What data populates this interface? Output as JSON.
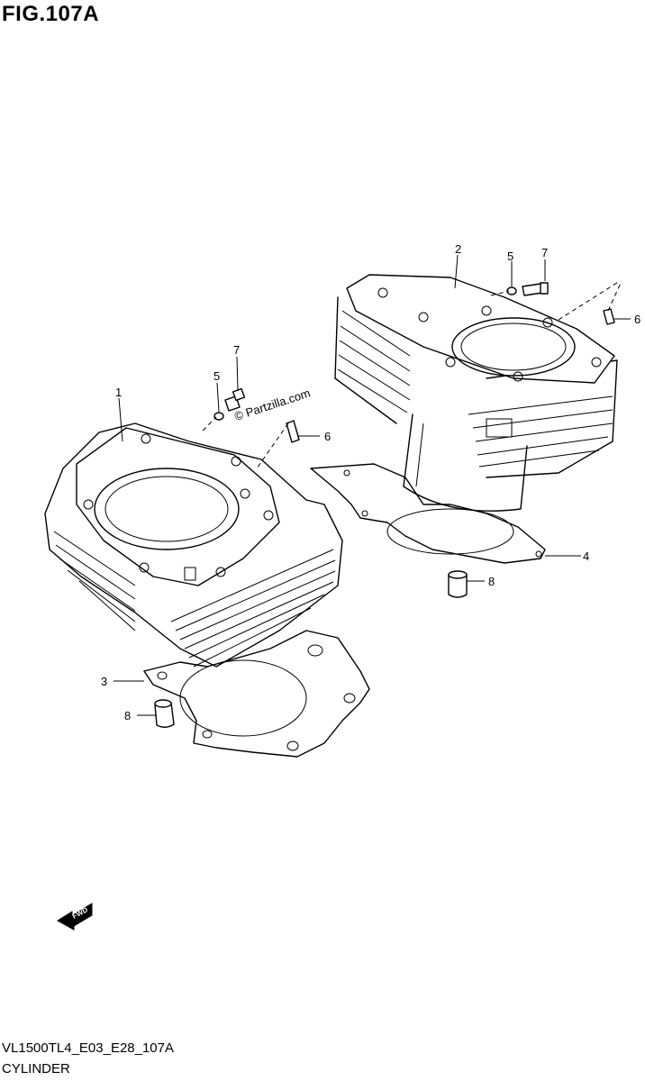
{
  "figure": {
    "title": "FIG.107A"
  },
  "watermark": "© Partzilla.com",
  "callouts": [
    {
      "id": "c1",
      "label": "1"
    },
    {
      "id": "c2",
      "label": "2"
    },
    {
      "id": "c3",
      "label": "3"
    },
    {
      "id": "c4",
      "label": "4"
    },
    {
      "id": "c5a",
      "label": "5"
    },
    {
      "id": "c5b",
      "label": "5"
    },
    {
      "id": "c6a",
      "label": "6"
    },
    {
      "id": "c6b",
      "label": "6"
    },
    {
      "id": "c7a",
      "label": "7"
    },
    {
      "id": "c7b",
      "label": "7"
    },
    {
      "id": "c8a",
      "label": "8"
    },
    {
      "id": "c8b",
      "label": "8"
    }
  ],
  "fwd_arrow": {
    "label": "FWD"
  },
  "footer": {
    "code": "VL1500TL4_E03_E28_107A",
    "name": "CYLINDER"
  }
}
